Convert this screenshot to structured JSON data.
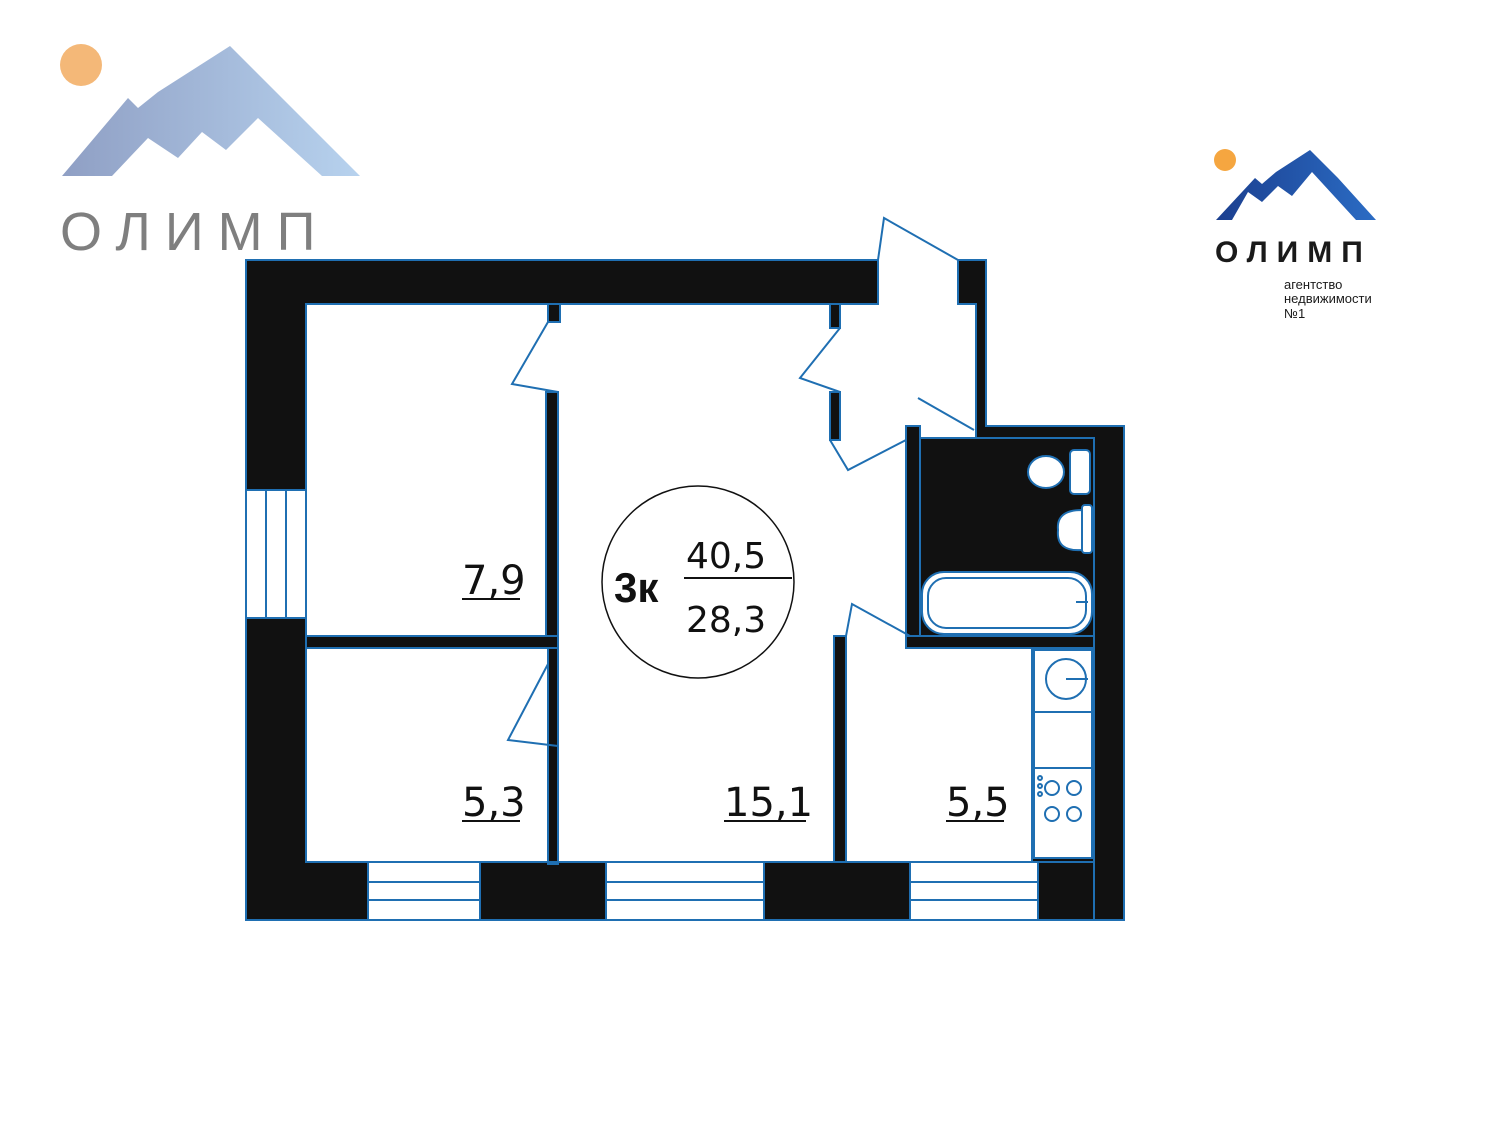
{
  "watermark_logo": {
    "brand": "ОЛИМП",
    "icon": "mountain-sun-icon"
  },
  "brand_logo": {
    "brand": "ОЛИМП",
    "tagline": [
      "агентство",
      "недвижимости",
      "№1"
    ],
    "icon": "mountain-sun-icon"
  },
  "summary": {
    "rooms": "3к",
    "total_area": "40,5",
    "living_area": "28,3"
  },
  "rooms": [
    {
      "id": "bedroom-top",
      "area": "7,9"
    },
    {
      "id": "bedroom-bottom",
      "area": "5,3"
    },
    {
      "id": "living-room",
      "area": "15,1"
    },
    {
      "id": "kitchen",
      "area": "5,5"
    }
  ],
  "fixtures": [
    "toilet-icon",
    "sink-icon",
    "bathtub-icon",
    "kitchen-sink-icon",
    "stove-icon"
  ],
  "colors": {
    "wall": "#111111",
    "outline": "#1f6fb2",
    "sun": "#f5a640",
    "mountain_light": "#a9c4e4",
    "mountain_dark": "#1f4fa0"
  }
}
